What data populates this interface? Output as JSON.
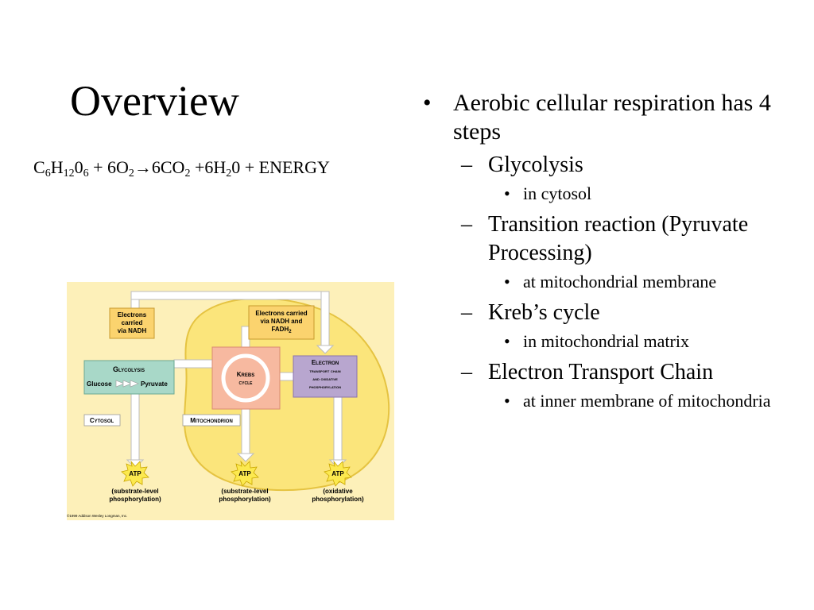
{
  "slide": {
    "title": "Overview",
    "equation": {
      "parts": [
        "C",
        "6",
        "H",
        "12",
        "0",
        "6",
        " + 6O",
        "2",
        "→",
        "6CO",
        "2",
        " +6H",
        "2",
        "0 + ENERGY"
      ]
    }
  },
  "bullets": {
    "main": "Aerobic cellular respiration has 4 steps",
    "steps": [
      {
        "name": "Glycolysis",
        "location": "in cytosol"
      },
      {
        "name": "Transition reaction (Pyruvate Processing)",
        "location": "at mitochondrial membrane"
      },
      {
        "name": "Kreb’s cycle",
        "location": "in mitochondrial matrix"
      },
      {
        "name": "Electron Transport Chain",
        "location": "at inner membrane of mitochondria"
      }
    ]
  },
  "diagram": {
    "colors": {
      "background": "#fdf0b9",
      "mitochondrion": "#fbe57b",
      "box_orange": "#fbd36e",
      "glycolysis": "#a8d8c8",
      "krebs": "#f7b9a0",
      "etc": "#b8a6cf",
      "atp": "#fce94f",
      "arrow": "#ffffff"
    },
    "electrons_left": [
      "Electrons",
      "carried",
      "via NADH"
    ],
    "electrons_right": [
      "Electrons carried",
      "via NADH and",
      "FADH"
    ],
    "electrons_right_sub": "2",
    "glycolysis_title": "Glycolysis",
    "glucose": "Glucose",
    "pyruvate": "Pyruvate",
    "krebs": [
      "Krebs",
      "cycle"
    ],
    "etc": [
      "Electron",
      "transport chain",
      "and oxidative",
      "phosphorylation"
    ],
    "cytosol": "Cytosol",
    "mitochondrion": "Mitochondrion",
    "atp": "ATP",
    "atp_labels": [
      [
        "(substrate-level",
        "phosphorylation)"
      ],
      [
        "(substrate-level",
        "phosphorylation)"
      ],
      [
        "(oxidative",
        "phosphorylation)"
      ]
    ],
    "copyright": "©1999 Addison Wesley Longman, Inc."
  }
}
